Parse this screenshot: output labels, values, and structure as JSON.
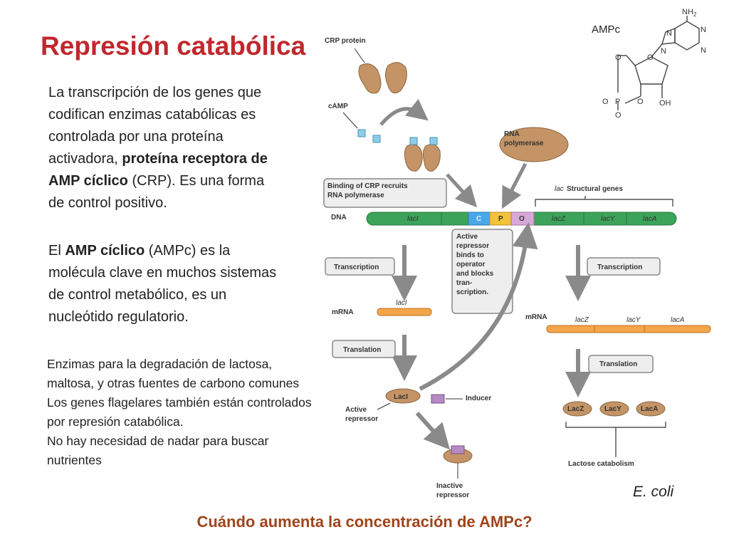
{
  "slide": {
    "title": "Represión catabólica",
    "p1_a": "La transcripción de los genes que codifican enzimas catabólicas es controlada por una proteína activadora, ",
    "p1_bold": "proteína receptora de AMP cíclico",
    "p1_b": " (CRP). Es una forma de control positivo.",
    "p2_a": "El ",
    "p2_bold": "AMP cíclico",
    "p2_b": " (AMPc)  es la molécula clave en muchos sistemas de control metabólico, es un nucleótido regulatorio.",
    "p3": "Enzimas para la degradación de lactosa, maltosa, y otras fuentes de carbono comunes\nLos genes flagelares también están controlados por represión catabólica.\nNo hay necesidad de nadar para buscar nutrientes",
    "question": "Cuándo aumenta la concentración de AMPc?",
    "organism": "E. coli",
    "ampc_label": "AMPc"
  },
  "diagram": {
    "crp_protein": "CRP protein",
    "camp": "cAMP",
    "rna_polymerase_1": "RNA",
    "rna_polymerase_2": "polymerase",
    "binding_1": "Binding of CRP recruits",
    "binding_2": "RNA polymerase",
    "lac_structural": "Structural genes",
    "lac_prefix": "lac",
    "dna": "DNA",
    "laci": "lacI",
    "c": "C",
    "p": "P",
    "o": "O",
    "lacz": "lacZ",
    "lacy": "lacY",
    "laca": "lacA",
    "active_rep_1": "Active",
    "active_rep_2": "repressor",
    "active_rep_3": "binds to",
    "active_rep_4": "operator",
    "active_rep_5": "and blocks",
    "active_rep_6": "tran-",
    "active_rep_7": "scription.",
    "transcription_left": "Transcription",
    "transcription_right": "Transcription",
    "mrna_left": "mRNA",
    "mrna_right": "mRNA",
    "mrna_laci": "lacI",
    "translation_left": "Translation",
    "translation_right": "Translation",
    "laci_protein": "LacI",
    "inducer": "Inducer",
    "active_repressor_1": "Active",
    "active_repressor_2": "repressor",
    "inactive_repressor_1": "Inactive",
    "inactive_repressor_2": "repressor",
    "lacz_protein": "LacZ",
    "lacy_protein": "LacY",
    "laca_protein": "LacA",
    "lactose_catabolism": "Lactose catabolism"
  },
  "molecule": {
    "nh2": "NH",
    "nh2_sub": "2",
    "n": "N",
    "o": "O",
    "oh": "OH",
    "p": "P",
    "o_minus": "O"
  },
  "colors": {
    "title": "#c0282d",
    "question": "#a0441a",
    "dna_green": "#3ca35a",
    "mrna_orange": "#f2a54a",
    "protein_brown": "#c49466",
    "camp_blue": "#8ecde8",
    "inducer_purple": "#b48ac2",
    "arrow_gray": "#8a8a8a"
  }
}
